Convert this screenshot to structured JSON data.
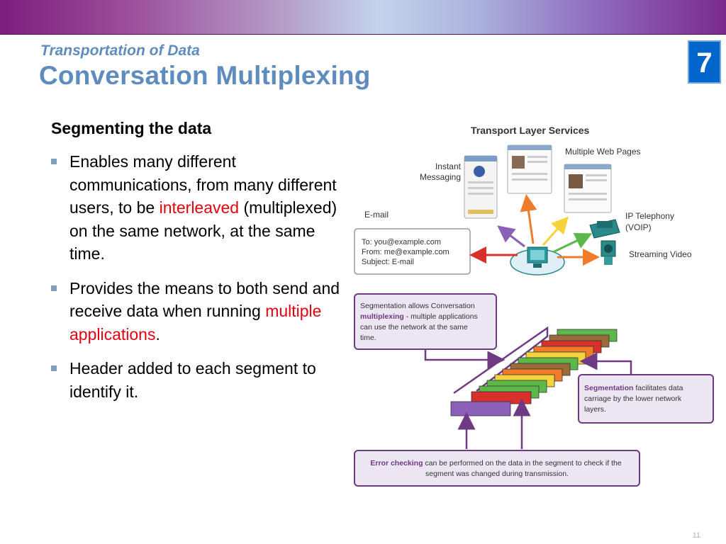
{
  "header": {
    "subtitle": "Transportation of Data",
    "title": "Conversation Multiplexing",
    "badge": "7"
  },
  "content": {
    "section_heading": "Segmenting the data",
    "bullets": [
      {
        "pre": "Enables many different communications, from many different users, to be ",
        "highlight": "interleaved",
        "post": " (multiplexed) on the same network, at the same time."
      },
      {
        "pre": "Provides the means to both send and receive data when running ",
        "highlight": "multiple applications",
        "post": "."
      },
      {
        "pre": "Header added to each segment to identify it.",
        "highlight": "",
        "post": ""
      }
    ]
  },
  "diagram": {
    "title": "Transport Layer Services",
    "labels": {
      "instant_messaging_1": "Instant",
      "instant_messaging_2": "Messaging",
      "web_pages": "Multiple Web Pages",
      "email": "E-mail",
      "ip_telephony_1": "IP Telephony",
      "ip_telephony_2": "(VOIP)",
      "streaming_video": "Streaming Video"
    },
    "email_box": {
      "to": "To: you@example.com",
      "from": "From: me@example.com",
      "subject": "Subject: E-mail"
    },
    "note_multiplexing": {
      "line1": "Segmentation allows Conversation",
      "bold": "multiplexing",
      "line2_rest": " - multiple applications",
      "line3": "can use the network at the same",
      "line4": "time."
    },
    "note_segmentation": {
      "bold": "Segmentation",
      "line1_rest": " facilitates data",
      "line2": "carriage by the lower network",
      "line3": "layers."
    },
    "note_error": {
      "bold": "Error checking",
      "line1_rest": " can be performed on the data in the segment to check if the",
      "line2": "segment was changed during transmission."
    },
    "colors": {
      "purple": "#6e3a84",
      "arrow_red": "#d9302c",
      "arrow_orange": "#f07b2a",
      "arrow_yellow": "#f5d33a",
      "arrow_green": "#5cb848",
      "arrow_violet": "#8c5fb8"
    }
  },
  "footer": {
    "slide_number": "11"
  }
}
